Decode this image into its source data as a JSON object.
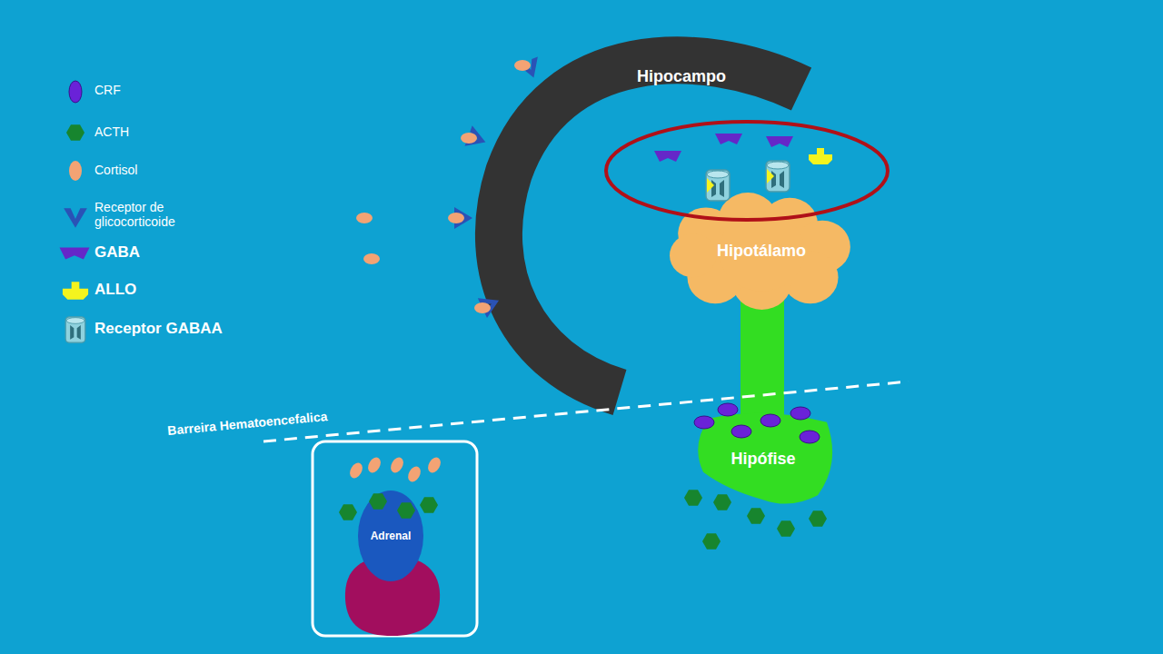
{
  "diagram": {
    "nodes": [
      {
        "text": [
          "Hipocampo"
        ]
      },
      {
        "text": [
          "Hipotálamo"
        ]
      },
      {
        "text": [
          "Hipófise"
        ]
      },
      {
        "text": [
          "Adrenal"
        ]
      }
    ],
    "edges": [
      {
        "from": 1,
        "to": 2,
        "arrow": "none"
      }
    ],
    "labels": [
      "Barreira Hematoencefalica"
    ],
    "legend": [
      {
        "text": "CRF"
      },
      {
        "text": "ACTH"
      },
      {
        "text": "Cortisol"
      },
      {
        "text": "Receptor de glicocorticoide"
      },
      {
        "text": "GABA"
      },
      {
        "text": "ALLO"
      },
      {
        "text": "Receptor GABAA"
      }
    ]
  }
}
